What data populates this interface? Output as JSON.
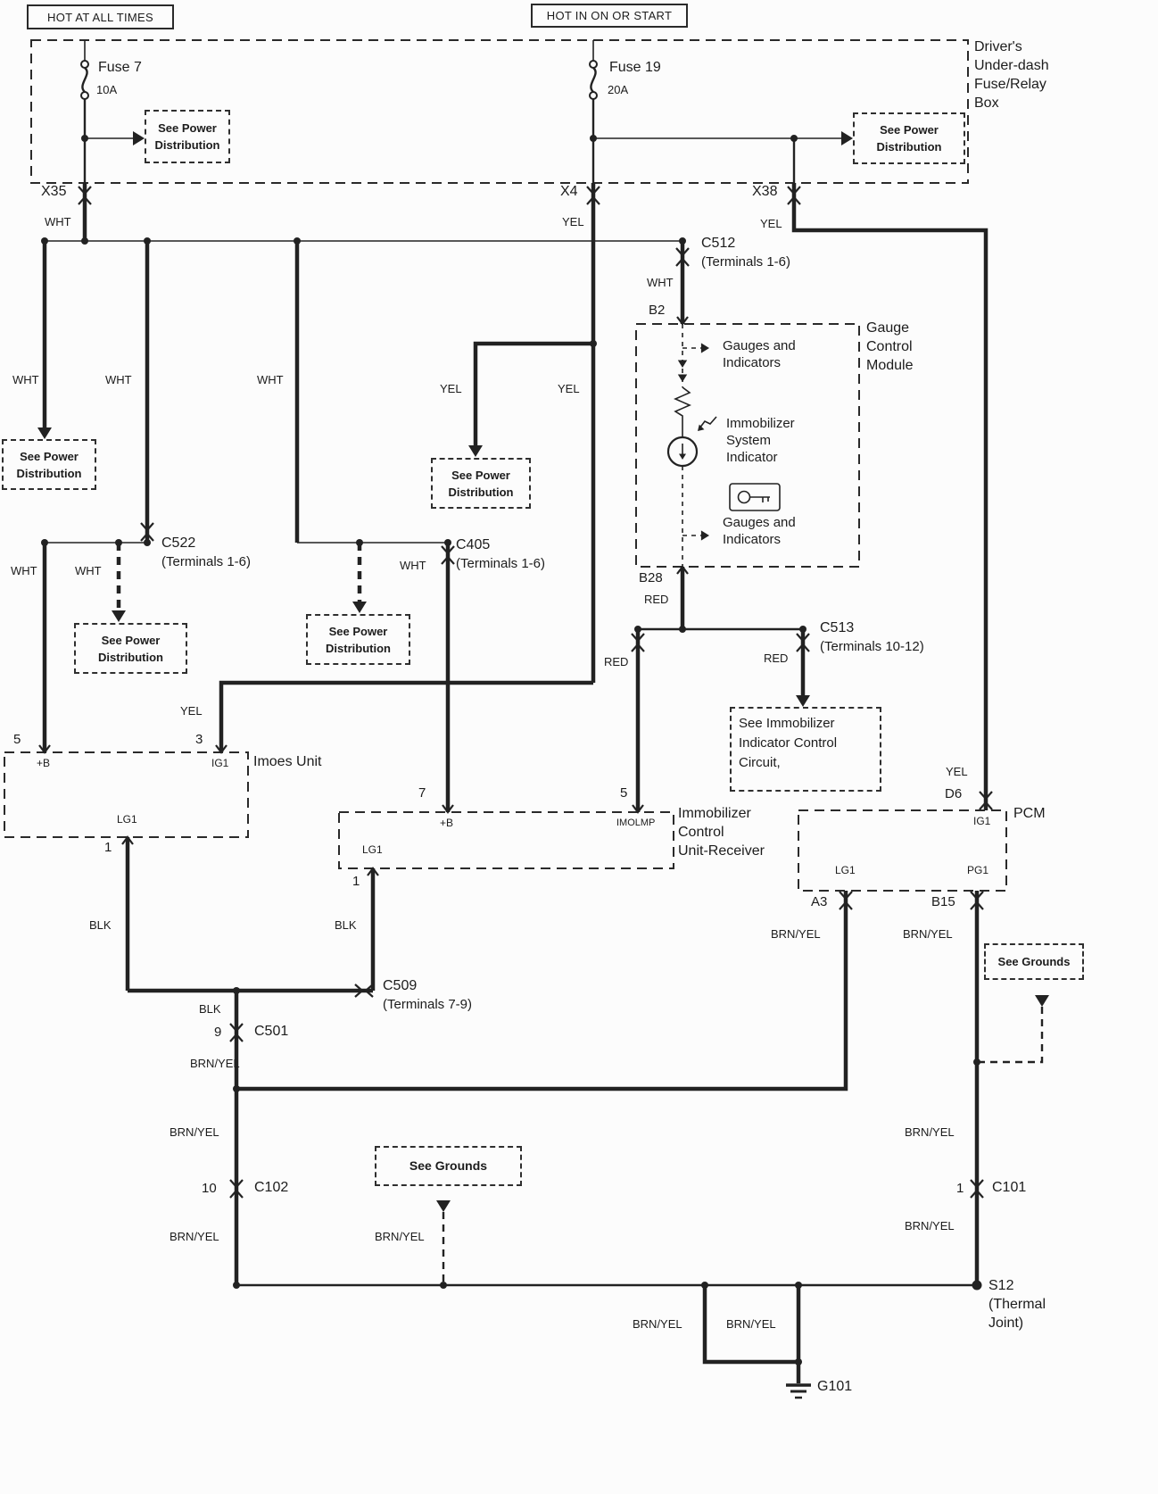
{
  "colors": {
    "ink": "#222222",
    "background": "#fcfcfc"
  },
  "power_sources": {
    "hot_at_all_times": "HOT AT ALL TIMES",
    "hot_in_on_or_start": "HOT IN ON OR START"
  },
  "fuse_box": {
    "name": "Driver's\nUnder-dash\nFuse/Relay\nBox",
    "fuse7_label": "Fuse 7",
    "fuse7_rating": "10A",
    "fuse19_label": "Fuse 19",
    "fuse19_rating": "20A",
    "exit_x35": "X35",
    "exit_x4": "X4",
    "exit_x38": "X38"
  },
  "references": {
    "see_power_distribution": "See Power\nDistribution",
    "see_grounds": "See Grounds",
    "see_immobilizer_circuit": "See Immobilizer\nIndicator Control\nCircuit,"
  },
  "wire_colors": {
    "wht": "WHT",
    "yel": "YEL",
    "red": "RED",
    "blk": "BLK",
    "brn_yel": "BRN/YEL"
  },
  "connectors": {
    "c512_name": "C512",
    "c512_terms": "(Terminals 1-6)",
    "c522_name": "C522",
    "c522_terms": "(Terminals 1-6)",
    "c405_name": "C405",
    "c405_terms": "(Terminals 1-6)",
    "c513_name": "C513",
    "c513_terms": "(Terminals 10-12)",
    "c509_name": "C509",
    "c509_terms": "(Terminals 7-9)",
    "c501_name": "C501",
    "c102_name": "C102",
    "c101_name": "C101",
    "s12_name": "S12",
    "s12_desc": "(Thermal\nJoint)",
    "g101_name": "G101"
  },
  "terminals": {
    "b2": "B2",
    "b28": "B28",
    "d6": "D6",
    "a3": "A3",
    "b15": "B15",
    "n1": "1",
    "n3": "3",
    "n5": "5",
    "n7": "7",
    "n9": "9",
    "n10": "10"
  },
  "gauge_module": {
    "name": "Gauge\nControl\nModule",
    "gauges_top": "Gauges and\nIndicators",
    "immobilizer_indicator": "Immobilizer\nSystem\nIndicator",
    "gauges_bottom": "Gauges and\nIndicators"
  },
  "components": {
    "imoes_unit": "Imoes Unit",
    "immobilizer_receiver": "Immobilizer\nControl\nUnit-Receiver",
    "pcm": "PCM"
  },
  "pins": {
    "plus_b": "+B",
    "ig1": "IG1",
    "lg1": "LG1",
    "pg1": "PG1",
    "imolmp": "IMOLMP"
  }
}
